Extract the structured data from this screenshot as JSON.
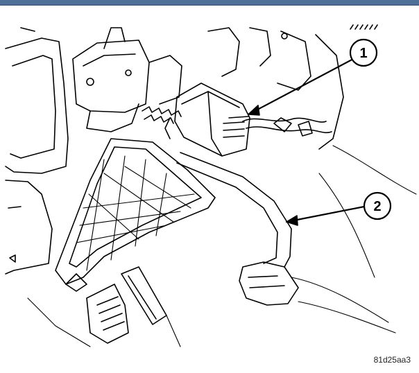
{
  "callouts": [
    {
      "label": "1"
    },
    {
      "label": "2"
    }
  ],
  "figure_code": "81d25aa3",
  "colors": {
    "line": "#000000",
    "fill": "#ffffff",
    "header_bar": "#4e6f96"
  }
}
